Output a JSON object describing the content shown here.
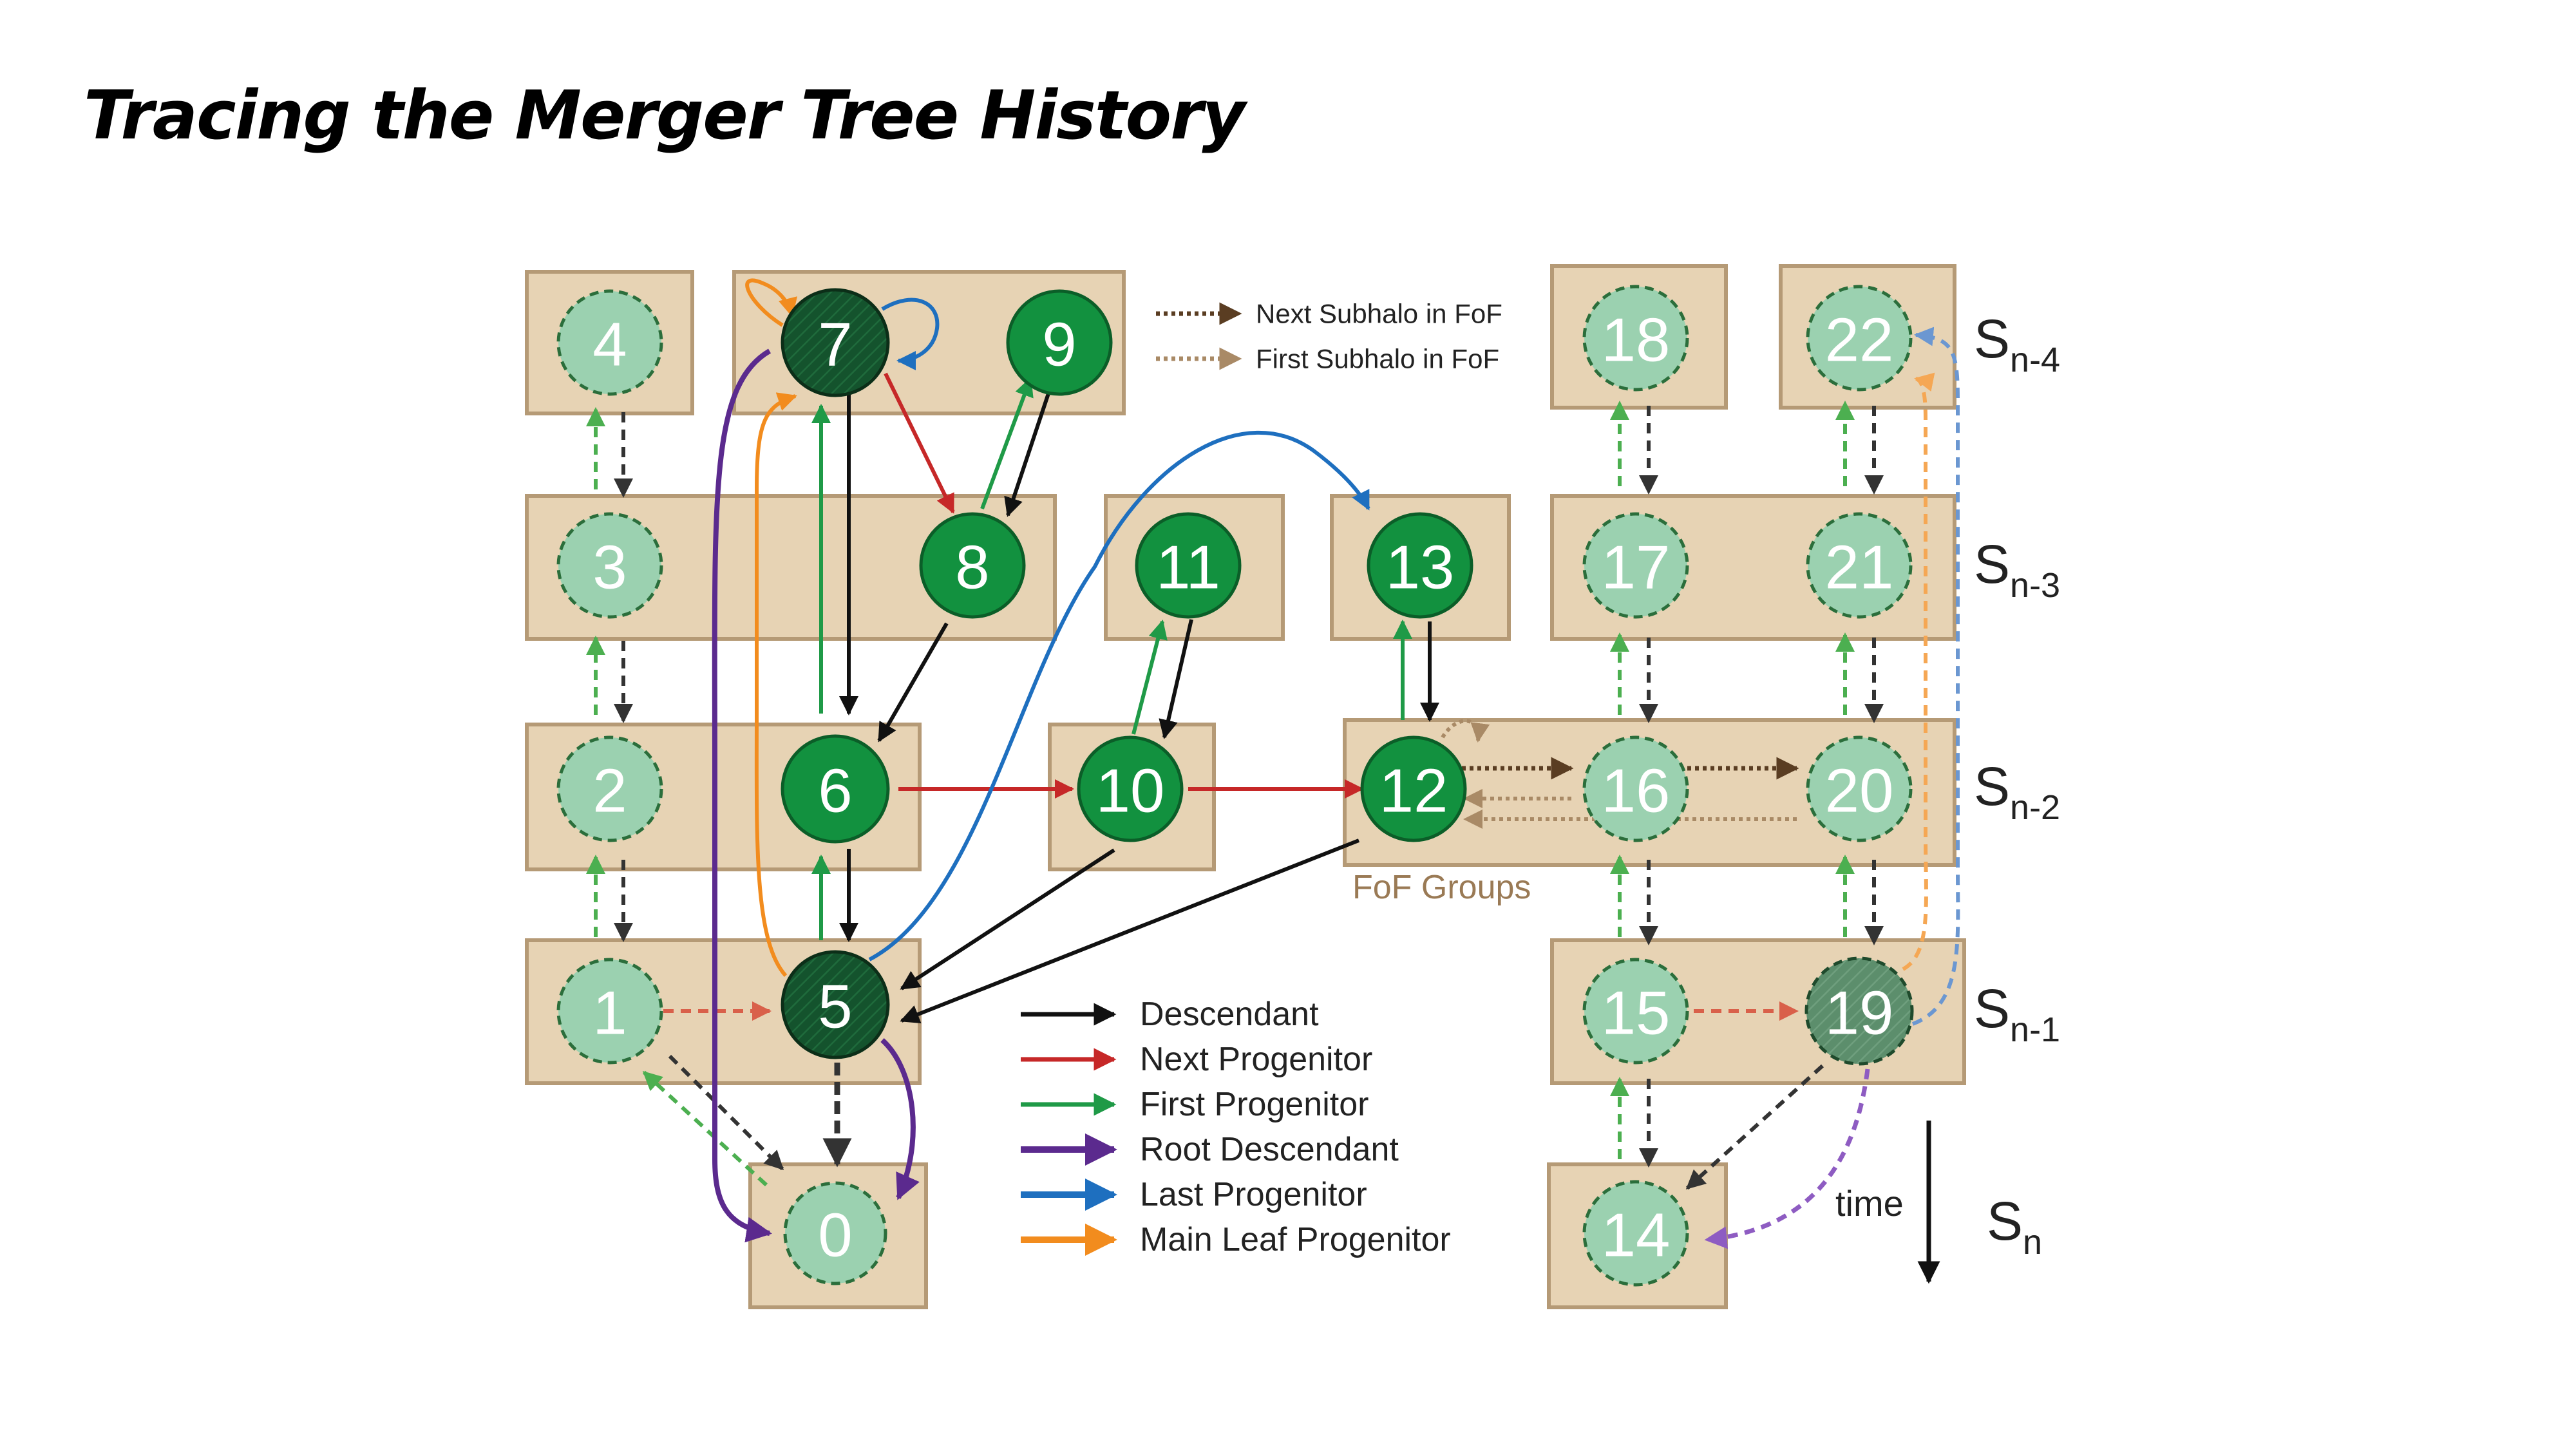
{
  "title": "Tracing the Merger Tree History",
  "nodes": [
    {
      "id": "0",
      "style": "light"
    },
    {
      "id": "1",
      "style": "light"
    },
    {
      "id": "2",
      "style": "light"
    },
    {
      "id": "3",
      "style": "light"
    },
    {
      "id": "4",
      "style": "light"
    },
    {
      "id": "5",
      "style": "dark"
    },
    {
      "id": "6",
      "style": "medium"
    },
    {
      "id": "7",
      "style": "dark"
    },
    {
      "id": "8",
      "style": "medium"
    },
    {
      "id": "9",
      "style": "medium"
    },
    {
      "id": "10",
      "style": "medium"
    },
    {
      "id": "11",
      "style": "medium"
    },
    {
      "id": "12",
      "style": "medium"
    },
    {
      "id": "13",
      "style": "medium"
    },
    {
      "id": "14",
      "style": "light"
    },
    {
      "id": "15",
      "style": "light"
    },
    {
      "id": "16",
      "style": "light"
    },
    {
      "id": "17",
      "style": "light"
    },
    {
      "id": "18",
      "style": "light"
    },
    {
      "id": "19",
      "style": "greydark"
    },
    {
      "id": "20",
      "style": "light"
    },
    {
      "id": "21",
      "style": "light"
    },
    {
      "id": "22",
      "style": "light"
    }
  ],
  "fof_legend": [
    {
      "label": "Next Subhalo in FoF",
      "color": "#5a3d22"
    },
    {
      "label": "First Subhalo in FoF",
      "color": "#a98a66"
    }
  ],
  "legend": [
    {
      "label": "Descendant",
      "color": "#111111"
    },
    {
      "label": "Next Progenitor",
      "color": "#c62828"
    },
    {
      "label": "First Progenitor",
      "color": "#1f9a47"
    },
    {
      "label": "Root Descendant",
      "color": "#5b2a8e"
    },
    {
      "label": "Last Progenitor",
      "color": "#1e6fbf"
    },
    {
      "label": "Main Leaf Progenitor",
      "color": "#f28c1e"
    }
  ],
  "snapshots": [
    {
      "base": "S",
      "sub": "n-4"
    },
    {
      "base": "S",
      "sub": "n-3"
    },
    {
      "base": "S",
      "sub": "n-2"
    },
    {
      "base": "S",
      "sub": "n-1"
    },
    {
      "base": "S",
      "sub": ""
    }
  ],
  "snapshot_n": {
    "base": "S",
    "sub": "n"
  },
  "fof_label": "FoF Groups",
  "time_label": "time",
  "colors": {
    "box_fill": "#e7d3b4",
    "node_light": "#9bd1b0",
    "node_medium": "#12913f",
    "node_dark": "#14532d",
    "node_greydark": "#5c8e6c"
  }
}
